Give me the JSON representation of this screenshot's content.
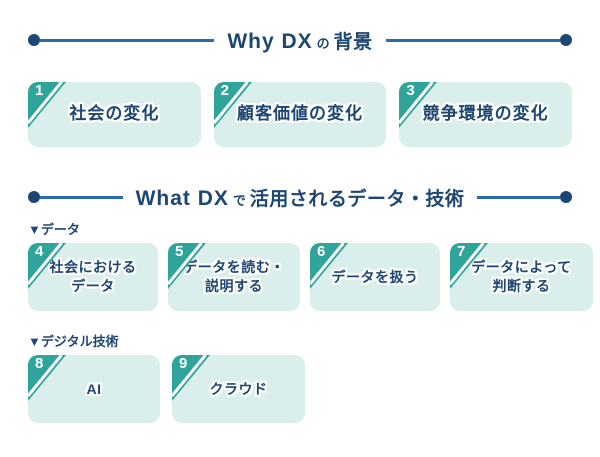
{
  "colors": {
    "navy": "#1D4672",
    "line_blue": "#2B6CAC",
    "teal": "#2FA49A",
    "card_bg": "#DAEFEC"
  },
  "headers": [
    {
      "latin": "Why DX",
      "particle": "の",
      "rest": "背景"
    },
    {
      "latin": "What DX",
      "particle": "で",
      "rest": "活用されるデータ・技術"
    }
  ],
  "section_labels": {
    "data": "▼データ",
    "digital": "▼デジタル技術"
  },
  "cards": {
    "row1": [
      {
        "num": "1",
        "label": "社会の変化"
      },
      {
        "num": "2",
        "label": "顧客価値の変化"
      },
      {
        "num": "3",
        "label": "競争環境の変化"
      }
    ],
    "row2": [
      {
        "num": "4",
        "label": "社会における\nデータ"
      },
      {
        "num": "5",
        "label": "データを読む・\n説明する"
      },
      {
        "num": "6",
        "label": "データを扱う"
      },
      {
        "num": "7",
        "label": "データによって\n判断する"
      }
    ],
    "row3": [
      {
        "num": "8",
        "label": "AI"
      },
      {
        "num": "9",
        "label": "クラウド"
      }
    ]
  }
}
